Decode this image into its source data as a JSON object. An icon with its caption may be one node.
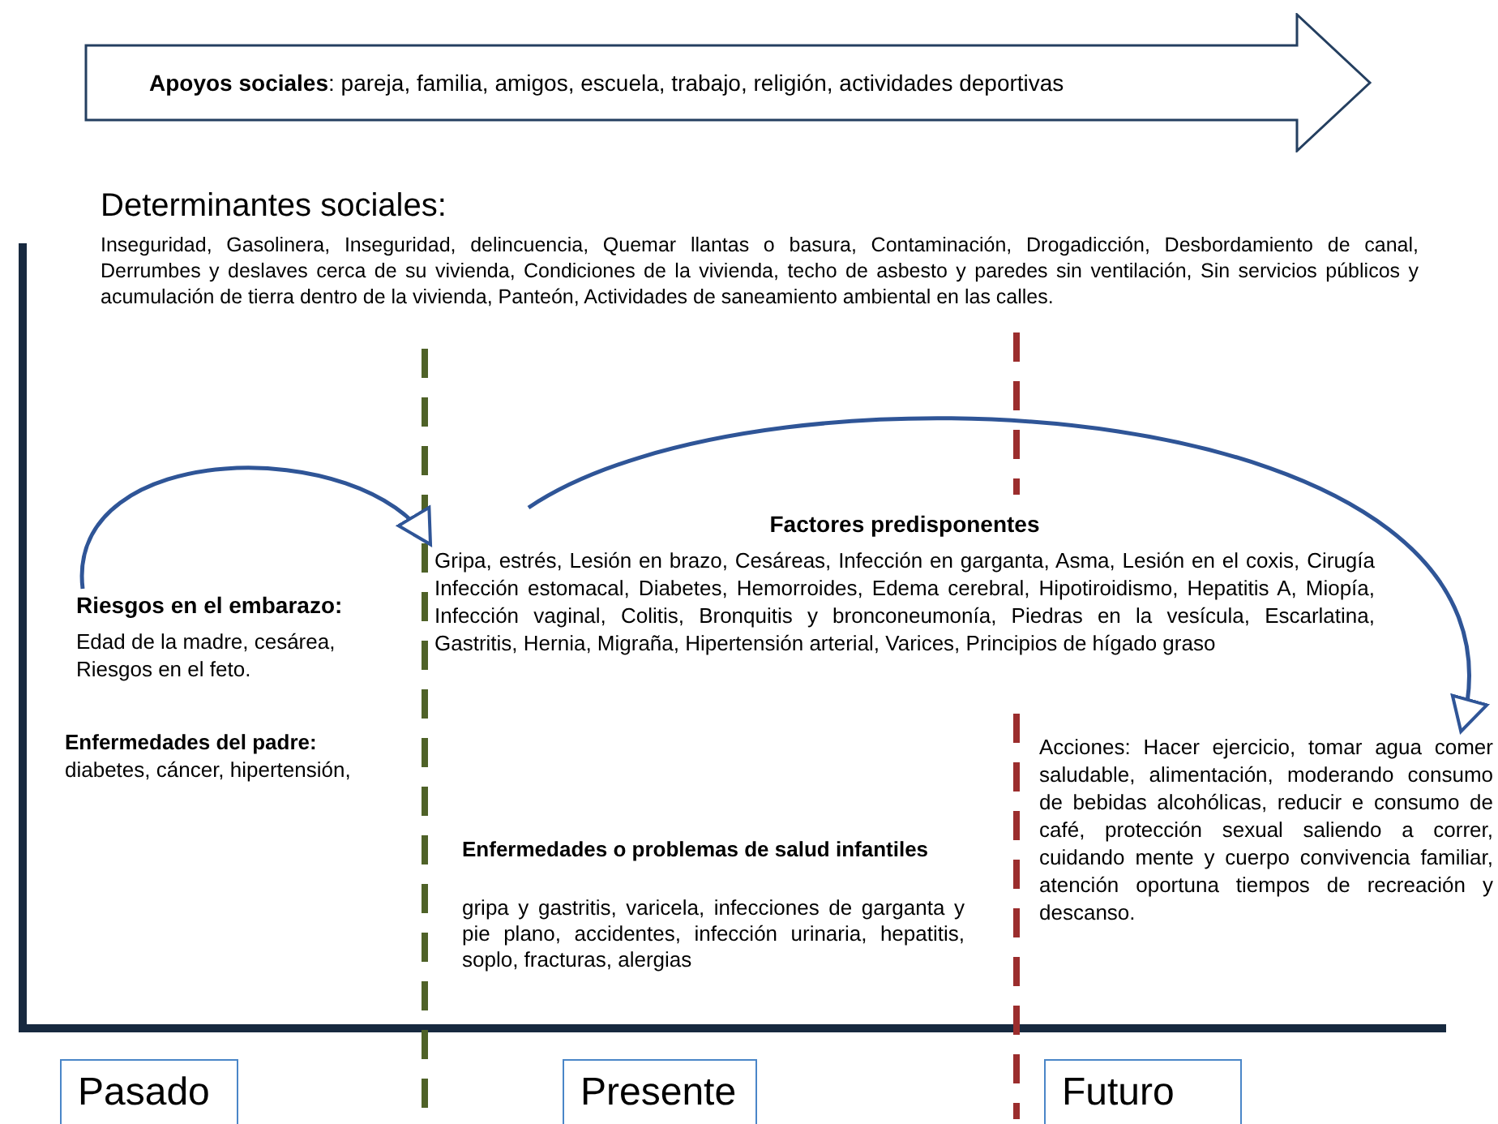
{
  "diagram": {
    "nodes": [
      {
        "text": [
          "**Apoyos sociales**: pareja, familia, amigos, escuela, trabajo, religión, actividades deportivas"
        ]
      },
      {
        "text": [
          "Riesgos en el embarazo:",
          "Edad de la madre, cesárea, Riesgos en el feto."
        ]
      },
      {
        "text": [
          "Factores predisponentes",
          "Gripa, estrés, Lesión en brazo, Cesáreas, Infección en garganta, Asma, Lesión en el coxis, Cirugía Infección estomacal, Diabetes, Hemorroides, Edema cerebral, Hipotiroidismo, Hepatitis A, Miopía, Infección vaginal, Colitis, Bronquitis y bronconeumonía, Piedras en la vesícula, Escarlatina, Gastritis, Hernia, Migraña, Hipertensión arterial, Varices, Principios de hígado graso"
        ]
      },
      {
        "text": [
          "Acciones: Hacer ejercicio, tomar agua comer saludable, alimentación, moderando consumo de bebidas alcohólicas, reducir e consumo de café, protección sexual saliendo a correr, cuidando mente y cuerpo convivencia familiar, atención oportuna tiempos de recreación y descanso."
        ]
      },
      {
        "text": [
          "Pasado"
        ]
      },
      {
        "text": [
          "Presente"
        ]
      },
      {
        "text": [
          "Futuro"
        ]
      }
    ],
    "edges": [
      {
        "from": 1,
        "to": 2,
        "arrow": "to"
      },
      {
        "from": 2,
        "to": 3,
        "arrow": "to"
      }
    ],
    "labels": [
      "Determinantes sociales:",
      "Inseguridad, Gasolinera, Inseguridad, delincuencia, Quemar llantas o basura, Contaminación, Drogadicción, Desbordamiento de canal, Derrumbes y deslaves cerca de su vivienda, Condiciones de la vivienda, techo de asbesto y paredes sin ventilación, Sin servicios públicos y acumulación de tierra dentro de la vivienda, Panteón, Actividades de saneamiento ambiental en las calles.",
      "Enfermedades del padre:",
      "diabetes, cáncer, hipertensión,",
      "Enfermedades o problemas de salud infantiles",
      "gripa y gastritis, varicela, infecciones de garganta y pie plano, accidentes, infección urinaria, hepatitis, soplo, fracturas, alergias"
    ]
  }
}
